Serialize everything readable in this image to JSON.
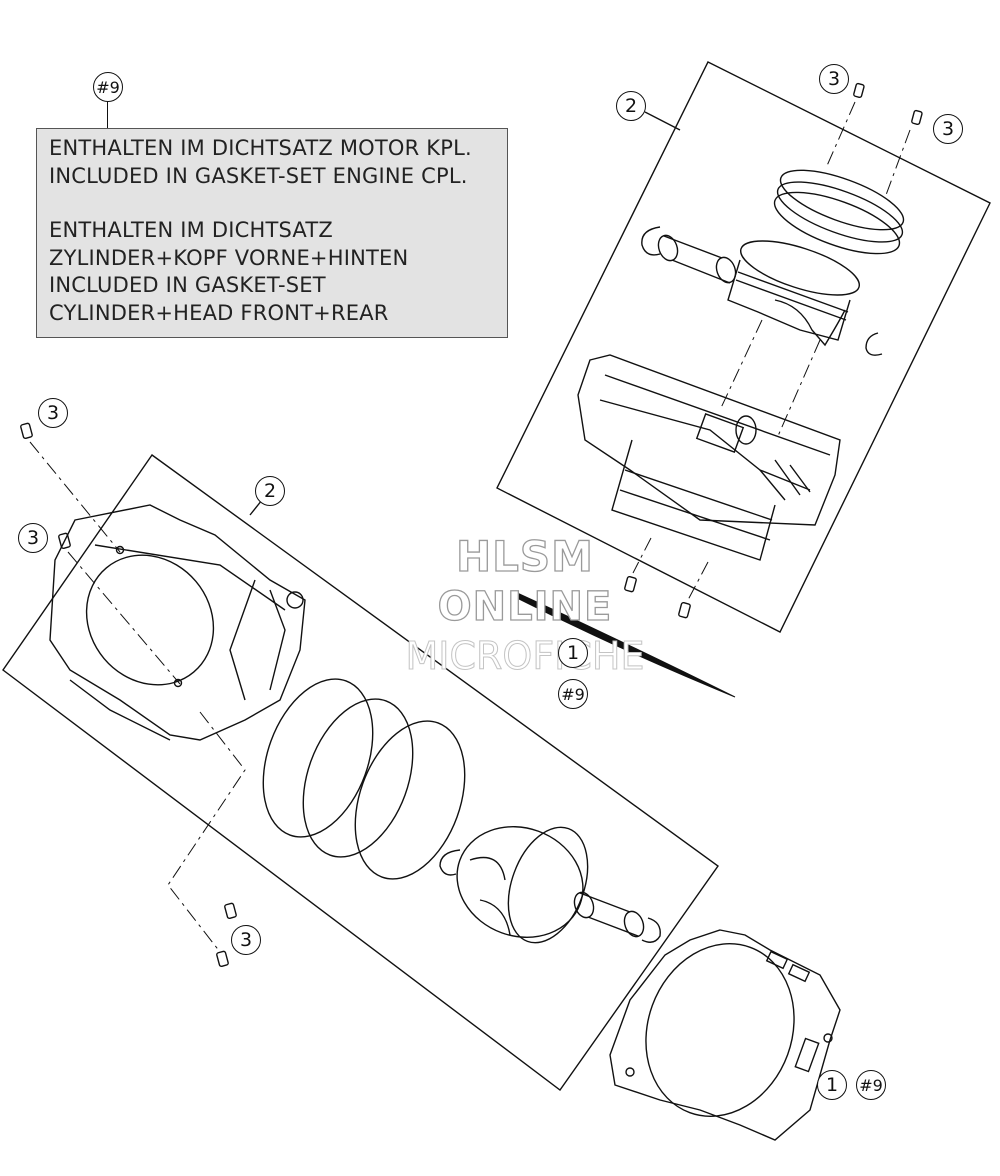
{
  "note": {
    "callout": "#9",
    "lines_1": [
      "ENTHALTEN IM DICHTSATZ MOTOR KPL.",
      "INCLUDED IN GASKET-SET ENGINE CPL."
    ],
    "lines_2": [
      "ENTHALTEN IM DICHTSATZ",
      "ZYLINDER+KOPF VORNE+HINTEN",
      "INCLUDED IN GASKET-SET",
      "CYLINDER+HEAD FRONT+REAR"
    ]
  },
  "callouts": {
    "upper_assembly": "2",
    "upper_pin_a": "3",
    "upper_pin_b": "3",
    "lower_assembly": "2",
    "lower_pin_top": "3",
    "lower_pin_mid": "3",
    "lower_pin_bottom": "3",
    "center_gasket": "1",
    "center_gasket_ref": "#9",
    "base_gasket": "1",
    "base_gasket_ref": "#9"
  },
  "watermark": [
    "HLSM",
    "ONLINE",
    "MICROFICHE"
  ]
}
